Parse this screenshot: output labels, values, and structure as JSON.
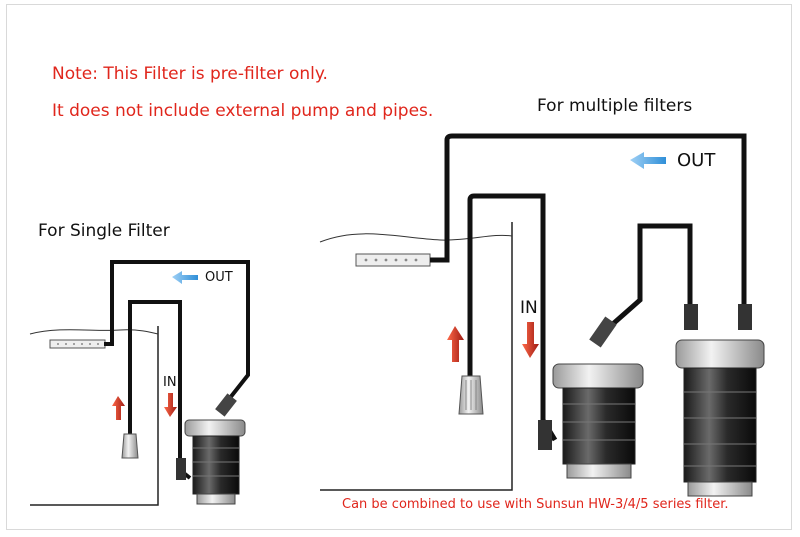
{
  "notes": {
    "line1": "Note: This Filter is pre-filter only.",
    "line2": "It does not include external pump and pipes."
  },
  "single": {
    "title": "For Single Filter",
    "out_label": "OUT",
    "in_label": "IN"
  },
  "multiple": {
    "title": "For multiple filters",
    "out_label": "OUT",
    "in_label": "IN"
  },
  "footer": {
    "combine_text": "Can be combined to use with Sunsun HW-3/4/5 series filter."
  },
  "colors": {
    "note_red": "#e0261c",
    "arrow_blue": "#2f8fd8",
    "arrow_red": "#c0281f",
    "pipe_black": "#111111"
  },
  "icons": {
    "flow_out": "blue-arrow-left-icon",
    "flow_up": "red-arrow-up-icon",
    "flow_down": "red-arrow-down-icon"
  }
}
